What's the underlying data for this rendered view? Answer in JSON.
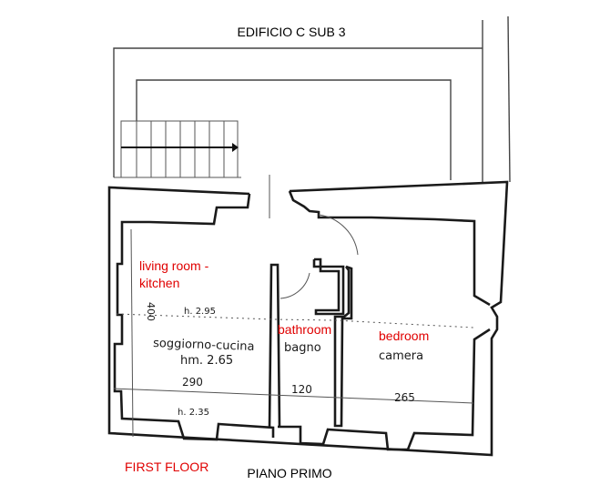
{
  "title_top": "EDIFICIO C SUB 3",
  "title_bottom": "PIANO PRIMO",
  "floor_label_en": "FIRST FLOOR",
  "rooms": {
    "living": {
      "en_line1": "living room -",
      "en_line2": "kitchen",
      "it": "soggiorno-cucina",
      "height": "hm. 2.65",
      "width": "290",
      "depth": "400",
      "h_high": "h. 2.95",
      "h_low": "h. 2.35"
    },
    "bath": {
      "en": "bathroom",
      "it": "bagno",
      "width": "120"
    },
    "bed": {
      "en": "bedroom",
      "it": "camera",
      "width": "265"
    }
  },
  "colors": {
    "annotation": "#e00000",
    "lines": "#1a1a1a"
  }
}
